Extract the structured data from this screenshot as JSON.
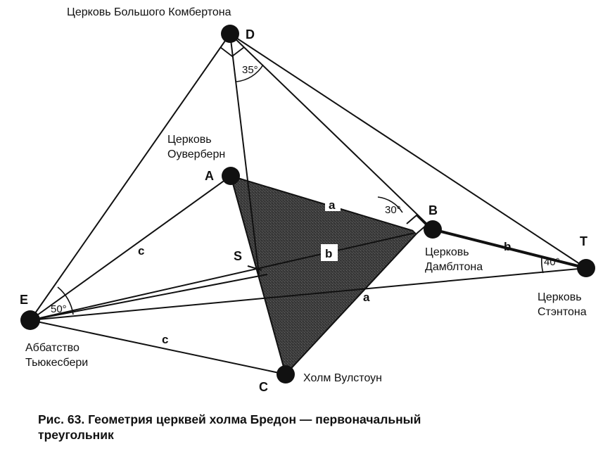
{
  "points": {
    "D": {
      "letter": "D",
      "label_lines": [
        "Церковь Большого Комбертона"
      ]
    },
    "A": {
      "letter": "A",
      "label_lines": [
        "Церковь",
        "Оуверберн"
      ]
    },
    "B": {
      "letter": "B",
      "label_lines": [
        "Церковь",
        "Дамблтона"
      ]
    },
    "T": {
      "letter": "T",
      "label_lines": [
        "Церковь",
        "Стэнтона"
      ]
    },
    "E": {
      "letter": "E",
      "label_lines": [
        "Аббатство",
        "Тьюкесбери"
      ]
    },
    "C": {
      "letter": "C",
      "label_lines": [
        "Холм Вулстоун"
      ]
    },
    "S": {
      "letter": "S"
    }
  },
  "segment_labels": {
    "a_top": "a",
    "a_bottom": "a",
    "b_inside": "b",
    "b_right": "b",
    "c_upper": "c",
    "c_lower": "c"
  },
  "angles": {
    "D": "35°",
    "B": "30°",
    "T": "40°",
    "E": "50°"
  },
  "caption": {
    "figure": "Рис. 63.",
    "line1": "Геометрия церквей холма Бредон — первоначальный",
    "line2": "треугольник"
  },
  "colors": {
    "ink": "#111111",
    "shade": "#3a3a3a",
    "background": "#ffffff"
  }
}
